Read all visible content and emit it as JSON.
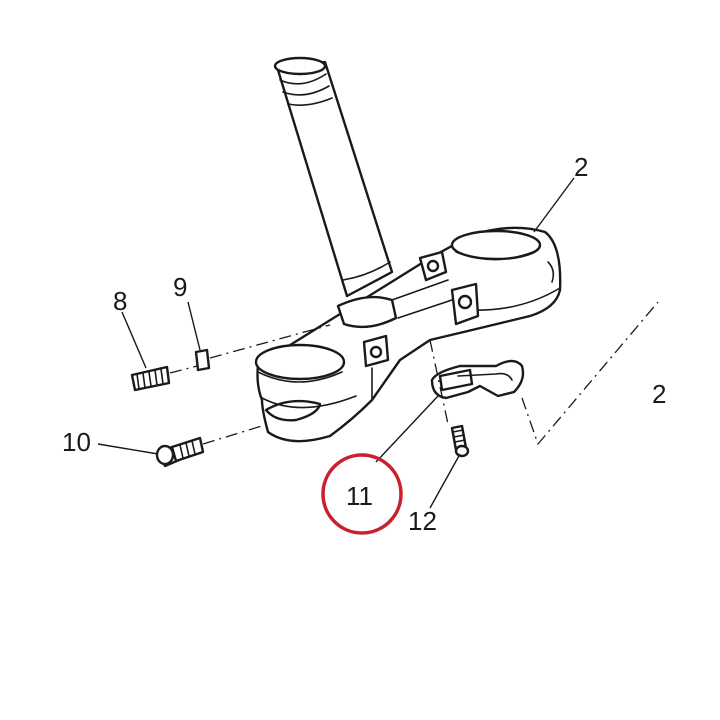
{
  "callouts": {
    "c2": "2",
    "c2_partial": "2",
    "c8": "8",
    "c9": "9",
    "c10": "10",
    "c11": "11",
    "c12": "12"
  },
  "highlight": {
    "label": "11",
    "color": "#cc1f2e"
  }
}
